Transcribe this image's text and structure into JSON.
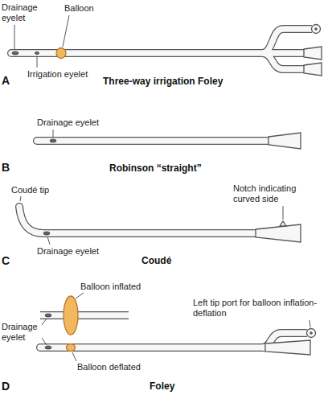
{
  "diagram": {
    "labels": [
      "Drainage eyelet",
      "Balloon",
      "Irrigation eyelet",
      "A",
      "Three-way irrigation Foley",
      "Drainage eyelet",
      "B",
      "Robinson “straight”",
      "Coudé tip",
      "Notch indicating curved side",
      "Drainage eyelet",
      "C",
      "Coudé",
      "Balloon inflated",
      "Left tip port for balloon inflation-deflation",
      "Drainage eyelet",
      "Balloon deflated",
      "D",
      "Foley"
    ]
  }
}
